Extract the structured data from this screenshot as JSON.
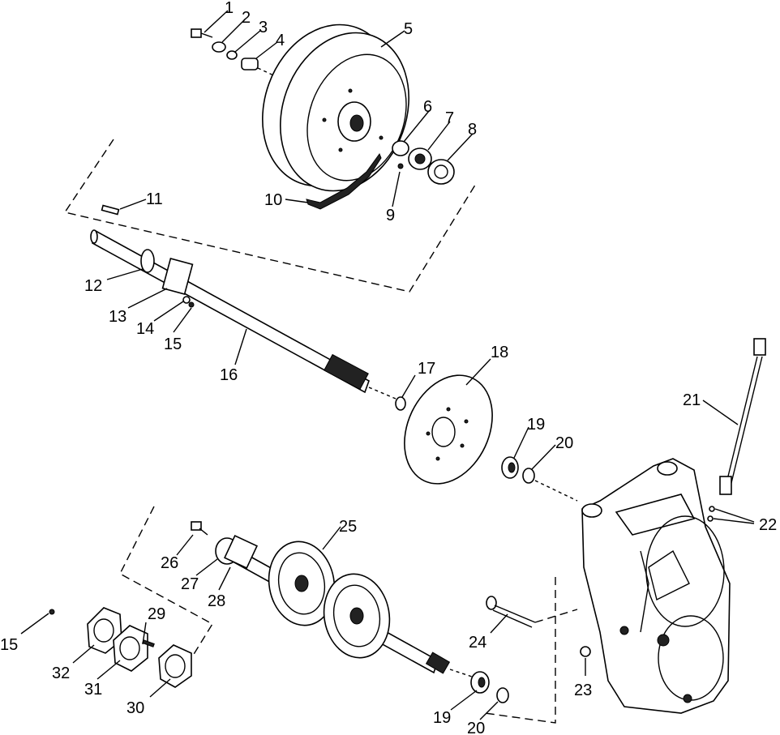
{
  "callouts": {
    "c1": "1",
    "c2": "2",
    "c3": "3",
    "c4": "4",
    "c5": "5",
    "c6": "6",
    "c7": "7",
    "c8": "8",
    "c9": "9",
    "c10": "10",
    "c11": "11",
    "c12": "12",
    "c13": "13",
    "c14": "14",
    "c15a": "15",
    "c16": "16",
    "c17": "17",
    "c18": "18",
    "c19a": "19",
    "c20a": "20",
    "c21": "21",
    "c22": "22",
    "c23": "23",
    "c24": "24",
    "c25": "25",
    "c26": "26",
    "c27": "27",
    "c28": "28",
    "c29": "29",
    "c30": "30",
    "c31": "31",
    "c32": "32",
    "c15b": "15",
    "c19b": "19",
    "c20b": "20"
  }
}
